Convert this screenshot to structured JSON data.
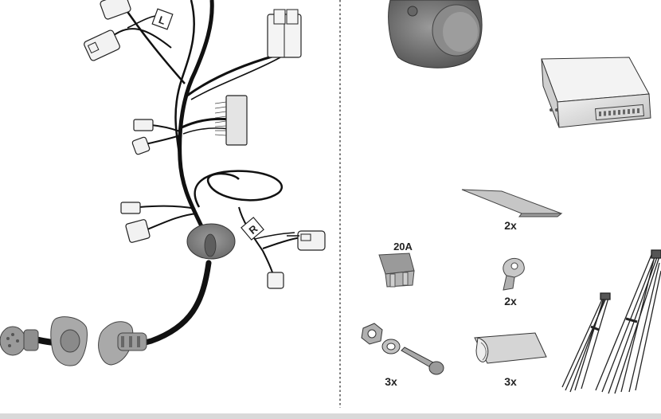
{
  "labels": {
    "left_tag": "L",
    "right_tag": "R",
    "fuse_rating": "20A",
    "qty_tape": "2x",
    "qty_bracket": "2x",
    "qty_bolt": "3x",
    "qty_foil": "3x"
  },
  "colors": {
    "wire": "#111111",
    "connector": "#f2f2f2",
    "metal": "#b5b5b5",
    "dark_part": "#6f6f6f",
    "divider": "#444444"
  }
}
